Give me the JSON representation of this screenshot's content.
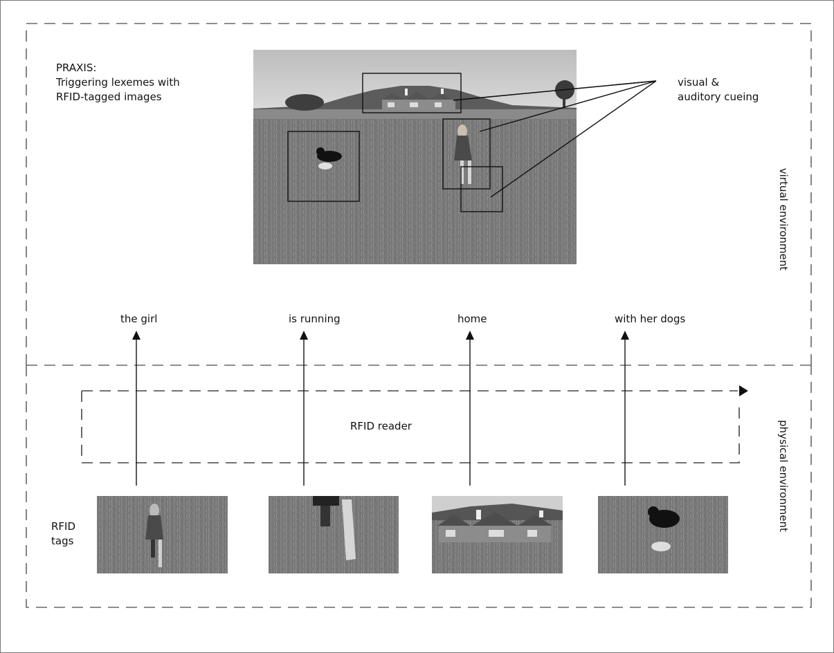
{
  "praxis": {
    "title": "PRAXIS:",
    "line1": "Triggering lexemes with",
    "line2": "RFID-tagged images"
  },
  "cueing": {
    "line1": "visual &",
    "line2": "auditory cueing"
  },
  "environments": {
    "virtual": "virtual environment",
    "physical": "physical environment"
  },
  "lexemes": [
    "the girl",
    "is running",
    "home",
    "with her dogs"
  ],
  "reader_label": "RFID reader",
  "tags_label": {
    "line1": "RFID",
    "line2": "tags"
  },
  "scene_objects": [
    "house",
    "dog",
    "girl",
    "legs"
  ],
  "tag_images": [
    "girl-running",
    "legs-in-grass",
    "house",
    "dogs"
  ],
  "colors": {
    "line": "#111111",
    "dash": "#555555",
    "grass": "#7d7d7d",
    "sky": "#c8c8c8"
  }
}
